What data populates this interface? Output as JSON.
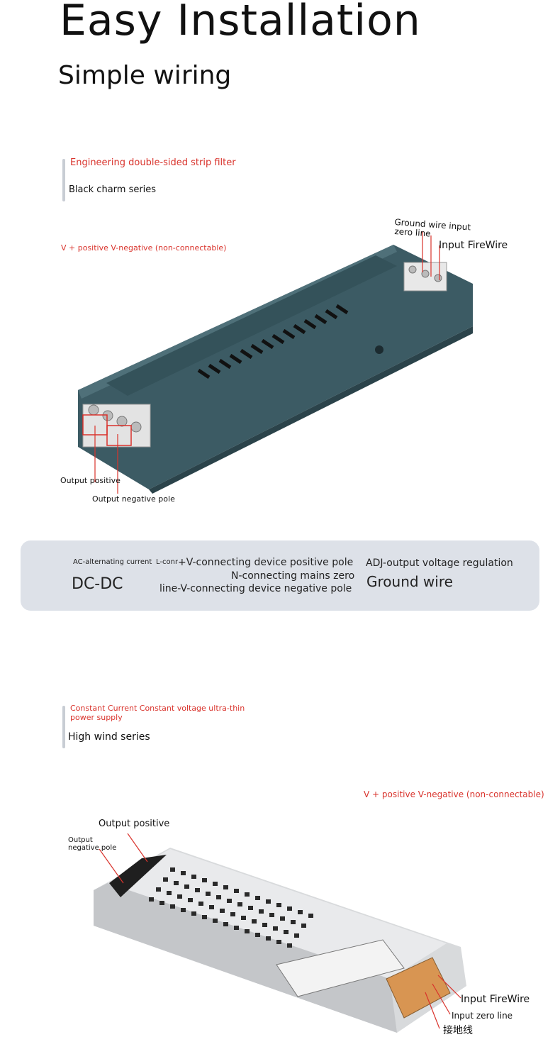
{
  "header": {
    "title": "Easy Installation",
    "subtitle": "Simple wiring"
  },
  "section1": {
    "tagline": "Engineering double-sided strip filter",
    "series": "Black charm series",
    "note": "V + positive V-negative (non-connectable)",
    "labels": {
      "ground_wire_input": "Ground wire input",
      "zero_line": "zero line",
      "input_firewire": "Input FireWire",
      "output_positive": "Output positive",
      "output_negative": "Output negative pole"
    }
  },
  "info_card": {
    "ac_label": "AC-alternating current",
    "l_label": "L-connecting mains live line",
    "v_pos_label": "+V-connecting device positive pole",
    "n_label": "N-connecting mains zero",
    "v_neg_label": "line-V-connecting device negative pole",
    "adj_label": "ADJ-output voltage regulation",
    "dc_label": "DC-DC",
    "ground_label": "Ground wire"
  },
  "section2": {
    "tagline": "Constant Current Constant voltage ultra-thin power supply",
    "series": "High wind series",
    "note": "V + positive V-negative (non-connectable)",
    "labels": {
      "output_positive": "Output positive",
      "output_negative": "Output negative pole",
      "input_firewire": "Input FireWire",
      "input_zero": "Input zero line",
      "ground_cn": "接地线"
    }
  },
  "colors": {
    "accent_red": "#d9332c",
    "card_bg": "#dde1e8",
    "teal_body": "#3c5b64",
    "silver_body": "#d8dadc"
  }
}
